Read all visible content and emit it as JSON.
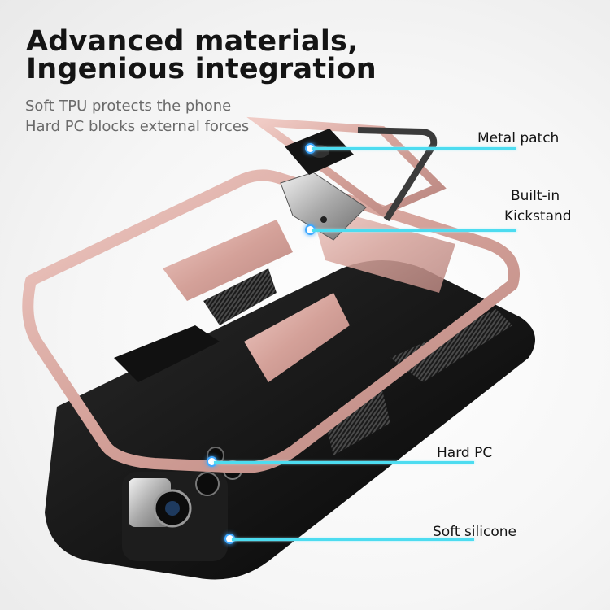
{
  "header": {
    "title_line1": "Advanced materials,",
    "title_line2": "Ingenious integration",
    "subtitle_line1": "Soft TPU protects the phone",
    "subtitle_line2": "Hard PC blocks external forces"
  },
  "callouts": [
    {
      "id": "metal-patch",
      "label": "Metal patch"
    },
    {
      "id": "kickstand",
      "label_line1": "Built-in",
      "label_line2": "Kickstand"
    },
    {
      "id": "hard-pc",
      "label": "Hard PC"
    },
    {
      "id": "soft-silicone",
      "label": "Soft silicone"
    }
  ],
  "colors": {
    "callout_line": "#4ddcf0",
    "callout_dot_glow": "#3fa8ff",
    "frame_rose_gold": "#d9a9a3",
    "case_black": "#111111",
    "title_text": "#141414",
    "subtitle_text": "#6a6a6a"
  },
  "product": {
    "name": "phone-case-exploded-view",
    "components": [
      "metal-patch",
      "kickstand",
      "hard-pc-frame",
      "soft-silicone-case",
      "phone"
    ]
  }
}
